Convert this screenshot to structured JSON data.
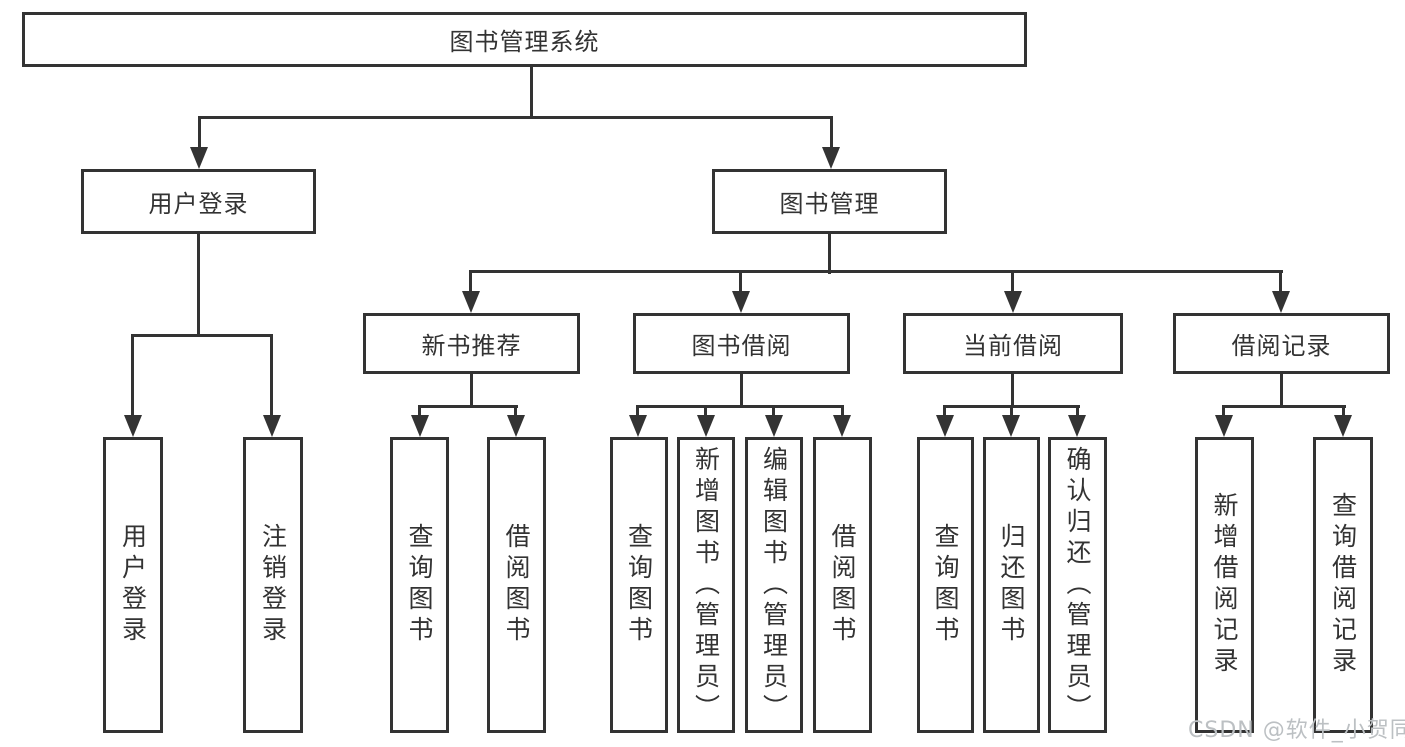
{
  "diagram": {
    "root": {
      "label": "图书管理系统"
    },
    "level2": [
      {
        "label": "用户登录"
      },
      {
        "label": "图书管理"
      }
    ],
    "level3": [
      {
        "label": "新书推荐"
      },
      {
        "label": "图书借阅"
      },
      {
        "label": "当前借阅"
      },
      {
        "label": "借阅记录"
      }
    ],
    "leaves": {
      "user_login": [
        "用户登录",
        "注销登录"
      ],
      "new_book": [
        "查询图书",
        "借阅图书"
      ],
      "book_borrow": [
        "查询图书",
        "新增图书（管理员）",
        "编辑图书（管理员）",
        "借阅图书"
      ],
      "current_borrow": [
        "查询图书",
        "归还图书",
        "确认归还（管理员）"
      ],
      "borrow_records": [
        "新增借阅记录",
        "查询借阅记录"
      ]
    },
    "colors": {
      "line": "#333333",
      "background": "#ffffff",
      "watermark_text": "#bcc0c3"
    },
    "watermark": "CSDN @软件_小贺同学"
  }
}
